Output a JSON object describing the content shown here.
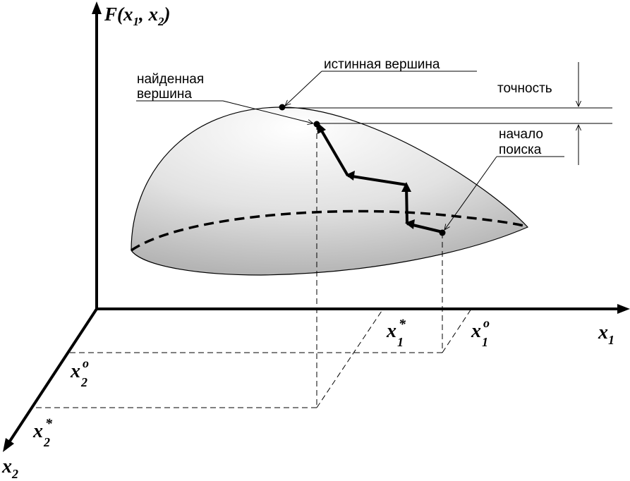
{
  "axes": {
    "f_label": {
      "name": "F",
      "open": "(",
      "x": "x",
      "i1": "1",
      "sep": ", ",
      "i2": "2",
      "close": ")"
    },
    "x1_label": {
      "base": "x",
      "sub": "1"
    },
    "x2_label": {
      "base": "x",
      "sub": "2"
    }
  },
  "labels": {
    "true_peak": "истинная вершина",
    "found_peak_line1": "найденная",
    "found_peak_line2": "вершина",
    "accuracy": "точность",
    "search_start_line1": "начало",
    "search_start_line2": "поиска"
  },
  "markers": {
    "x1_star": {
      "base": "x",
      "sub": "1",
      "sup": "*"
    },
    "x1_zero": {
      "base": "x",
      "sub": "1",
      "sup": "o"
    },
    "x2_zero": {
      "base": "x",
      "sub": "2",
      "sup": "o"
    },
    "x2_star": {
      "base": "x",
      "sub": "2",
      "sup": "*"
    }
  },
  "colors": {
    "stroke": "#000000",
    "surface_light": "#ffffff",
    "surface_dark": "#bdbdbd"
  }
}
